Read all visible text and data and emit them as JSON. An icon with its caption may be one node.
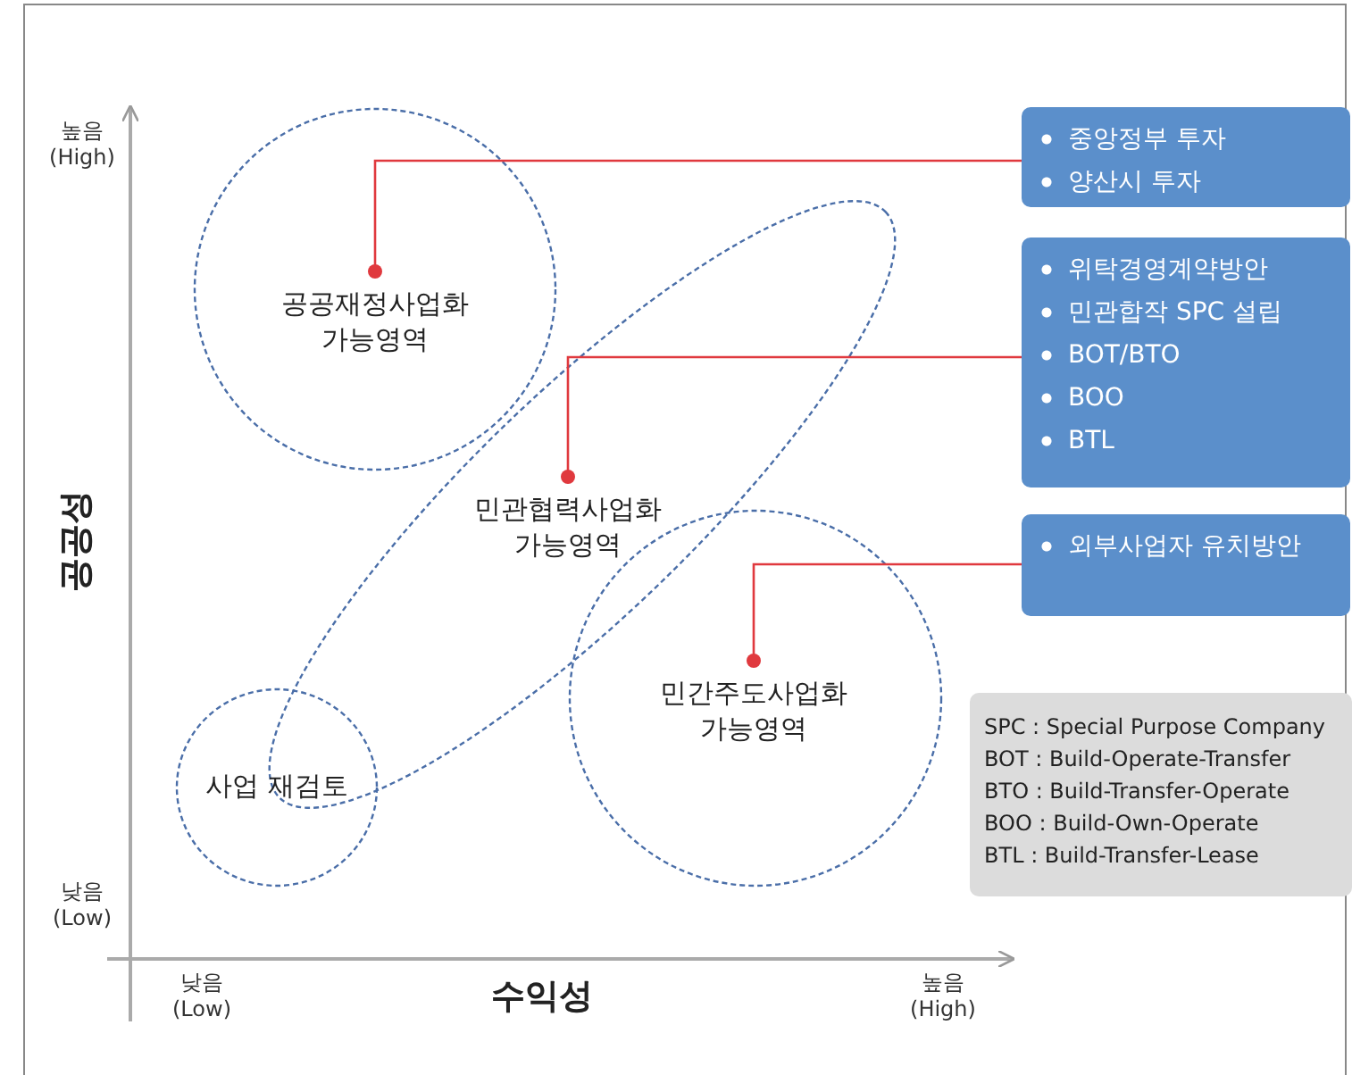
{
  "diagram": {
    "nodes": [
      {
        "text": [
          "공공재정사업화 가능영역"
        ]
      },
      {
        "text": [
          "민관협력사업화 가능영역"
        ]
      },
      {
        "text": [
          "민간주도사업화 가능영역"
        ]
      },
      {
        "text": [
          "사업 재검토"
        ]
      },
      {
        "text": [
          "중앙정부 투자",
          "양산시 투자"
        ]
      },
      {
        "text": [
          "위탁경영계약방안",
          "민관합작 SPC 설립",
          "BOT/BTO",
          "BOO",
          "BTL"
        ]
      },
      {
        "text": [
          "외부사업자 유치방안"
        ]
      },
      {
        "text": [
          "SPC : Special Purpose Company",
          "BOT : Build-Operate-Transfer",
          "BTO : Build-Transfer-Operate",
          "BOO : Build-Own-Operate",
          "BTL : Build-Transfer-Lease"
        ]
      }
    ],
    "edges": [
      {
        "from": 0,
        "to": 4,
        "arrow": "other",
        "color": "#e0393e"
      },
      {
        "from": 1,
        "to": 5,
        "arrow": "other",
        "color": "#e0393e"
      },
      {
        "from": 2,
        "to": 6,
        "arrow": "other",
        "color": "#e0393e"
      }
    ],
    "labels": [
      "높음 (High)",
      "공공성",
      "낮음 (Low)",
      "낮음 (Low)",
      "수익성",
      "높음 (High)"
    ]
  }
}
